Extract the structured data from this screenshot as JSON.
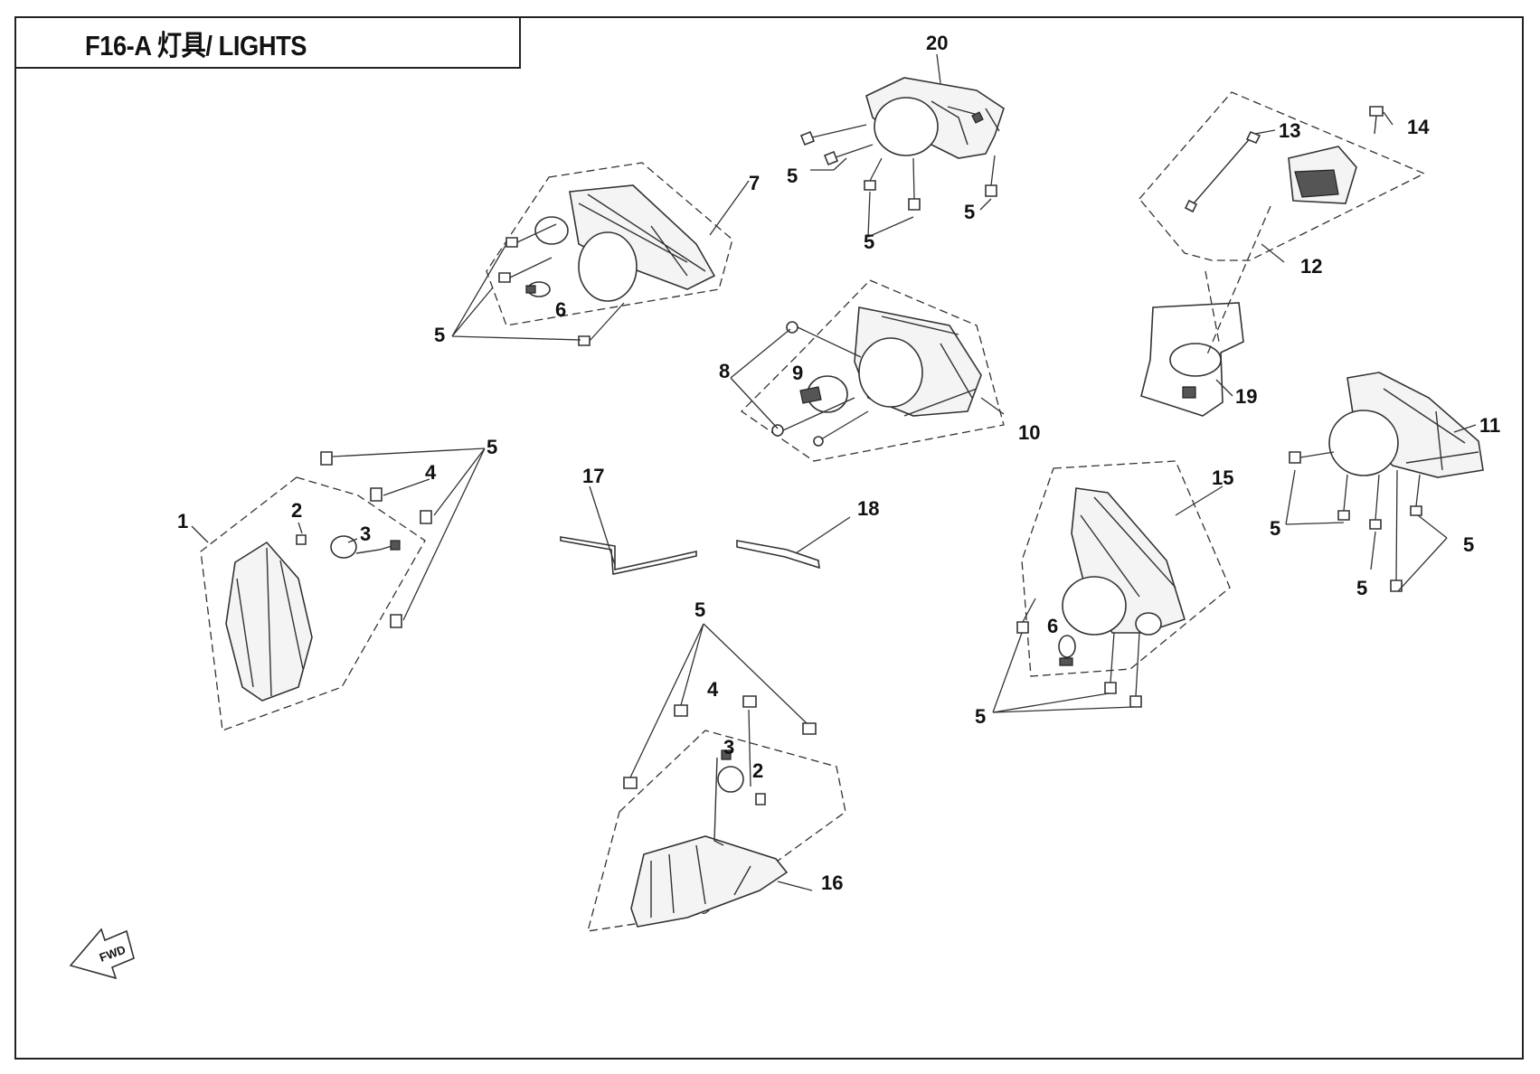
{
  "title": "F16-A 灯具/ LIGHTS",
  "fwd_label": "FWD",
  "callouts": {
    "c1": "1",
    "c2a": "2",
    "c2b": "2",
    "c3a": "3",
    "c3b": "3",
    "c4a": "4",
    "c4b": "4",
    "c5_7": "5",
    "c5_20a": "5",
    "c5_20b": "5",
    "c5_20c": "5",
    "c5_1": "5",
    "c5_16": "5",
    "c5_15": "5",
    "c5_11a": "5",
    "c5_11b": "5",
    "c5_11c": "5",
    "c6a": "6",
    "c6b": "6",
    "c7": "7",
    "c8": "8",
    "c9": "9",
    "c10": "10",
    "c11": "11",
    "c12": "12",
    "c13": "13",
    "c14": "14",
    "c15": "15",
    "c16": "16",
    "c17": "17",
    "c18": "18",
    "c19": "19",
    "c20": "20"
  }
}
